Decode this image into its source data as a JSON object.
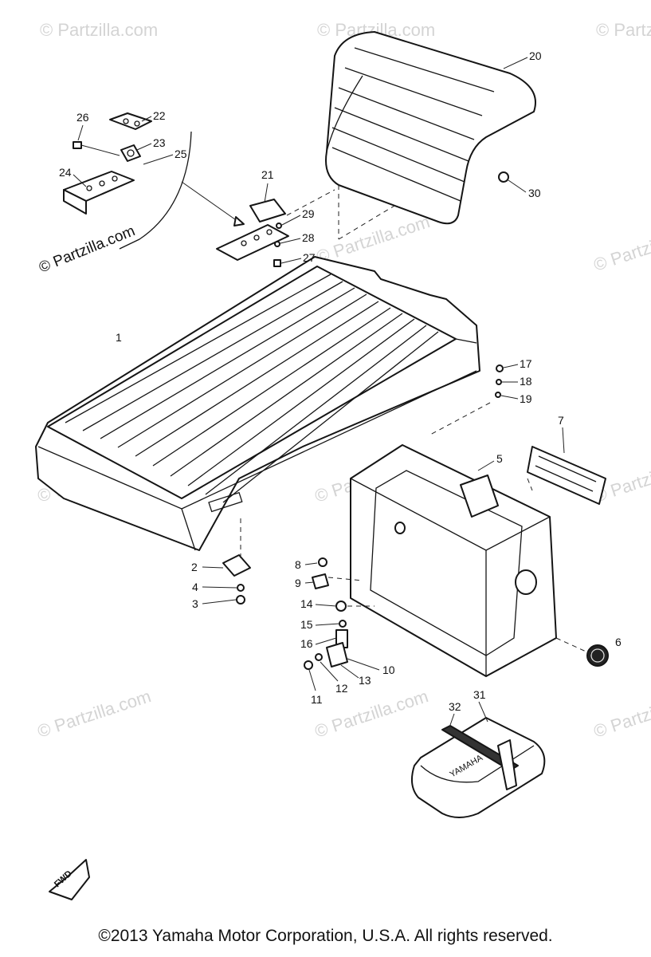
{
  "watermark": "© Partzilla.com",
  "watermark_feature": "© Partzilla.com",
  "callouts": [
    "1",
    "2",
    "3",
    "4",
    "5",
    "6",
    "7",
    "8",
    "9",
    "10",
    "11",
    "12",
    "13",
    "14",
    "15",
    "16",
    "17",
    "18",
    "19",
    "20",
    "21",
    "22",
    "23",
    "24",
    "25",
    "26",
    "27",
    "28",
    "29",
    "30",
    "31",
    "32"
  ],
  "fwd_label": "FWD",
  "bag_label": "YAMAHA",
  "copyright": "©2013 Yamaha Motor Corporation, U.S.A. All rights reserved."
}
